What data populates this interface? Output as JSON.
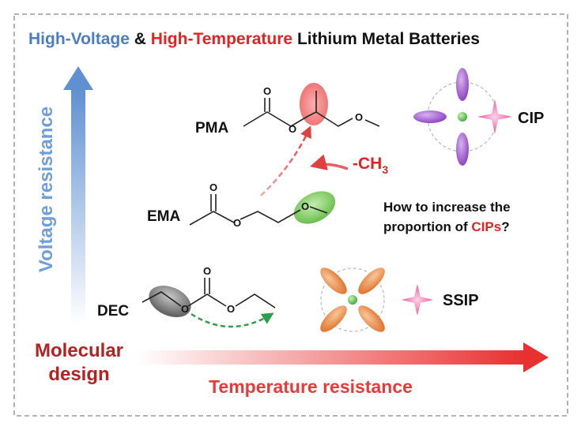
{
  "title": {
    "part1": "High-Voltage",
    "part2": " & ",
    "part3": "High-Temperature",
    "part4": " Lithium Metal Batteries",
    "color1": "#4a7ec0",
    "color3": "#e02424"
  },
  "axes": {
    "y_label": "Voltage resistance",
    "x_label": "Temperature resistance",
    "origin_label_line1": "Molecular",
    "origin_label_line2": "design",
    "y_color": "#6f9fd8",
    "x_color": "#e83a3a"
  },
  "molecules": {
    "pma": "PMA",
    "ema": "EMA",
    "dec": "DEC",
    "atom_o": "O",
    "methyl_label": "-CH",
    "methyl_sub": "3"
  },
  "complexes": {
    "cip": "CIP",
    "ssip": "SSIP"
  },
  "question": {
    "line1": "How to increase the",
    "line2_pre": "proportion of ",
    "line2_emph": "CIPs",
    "line2_post": "?"
  },
  "colors": {
    "purple": "#9b4fc8",
    "orange": "#e8843a",
    "magenta": "#e8449a",
    "li_green": "#5cc04a",
    "highlight_red": "#f07070",
    "highlight_green": "#6dc24f",
    "highlight_gray": "#6e6e6e",
    "arrow_red": "#e04040",
    "arrow_green": "#2e9e4a"
  }
}
